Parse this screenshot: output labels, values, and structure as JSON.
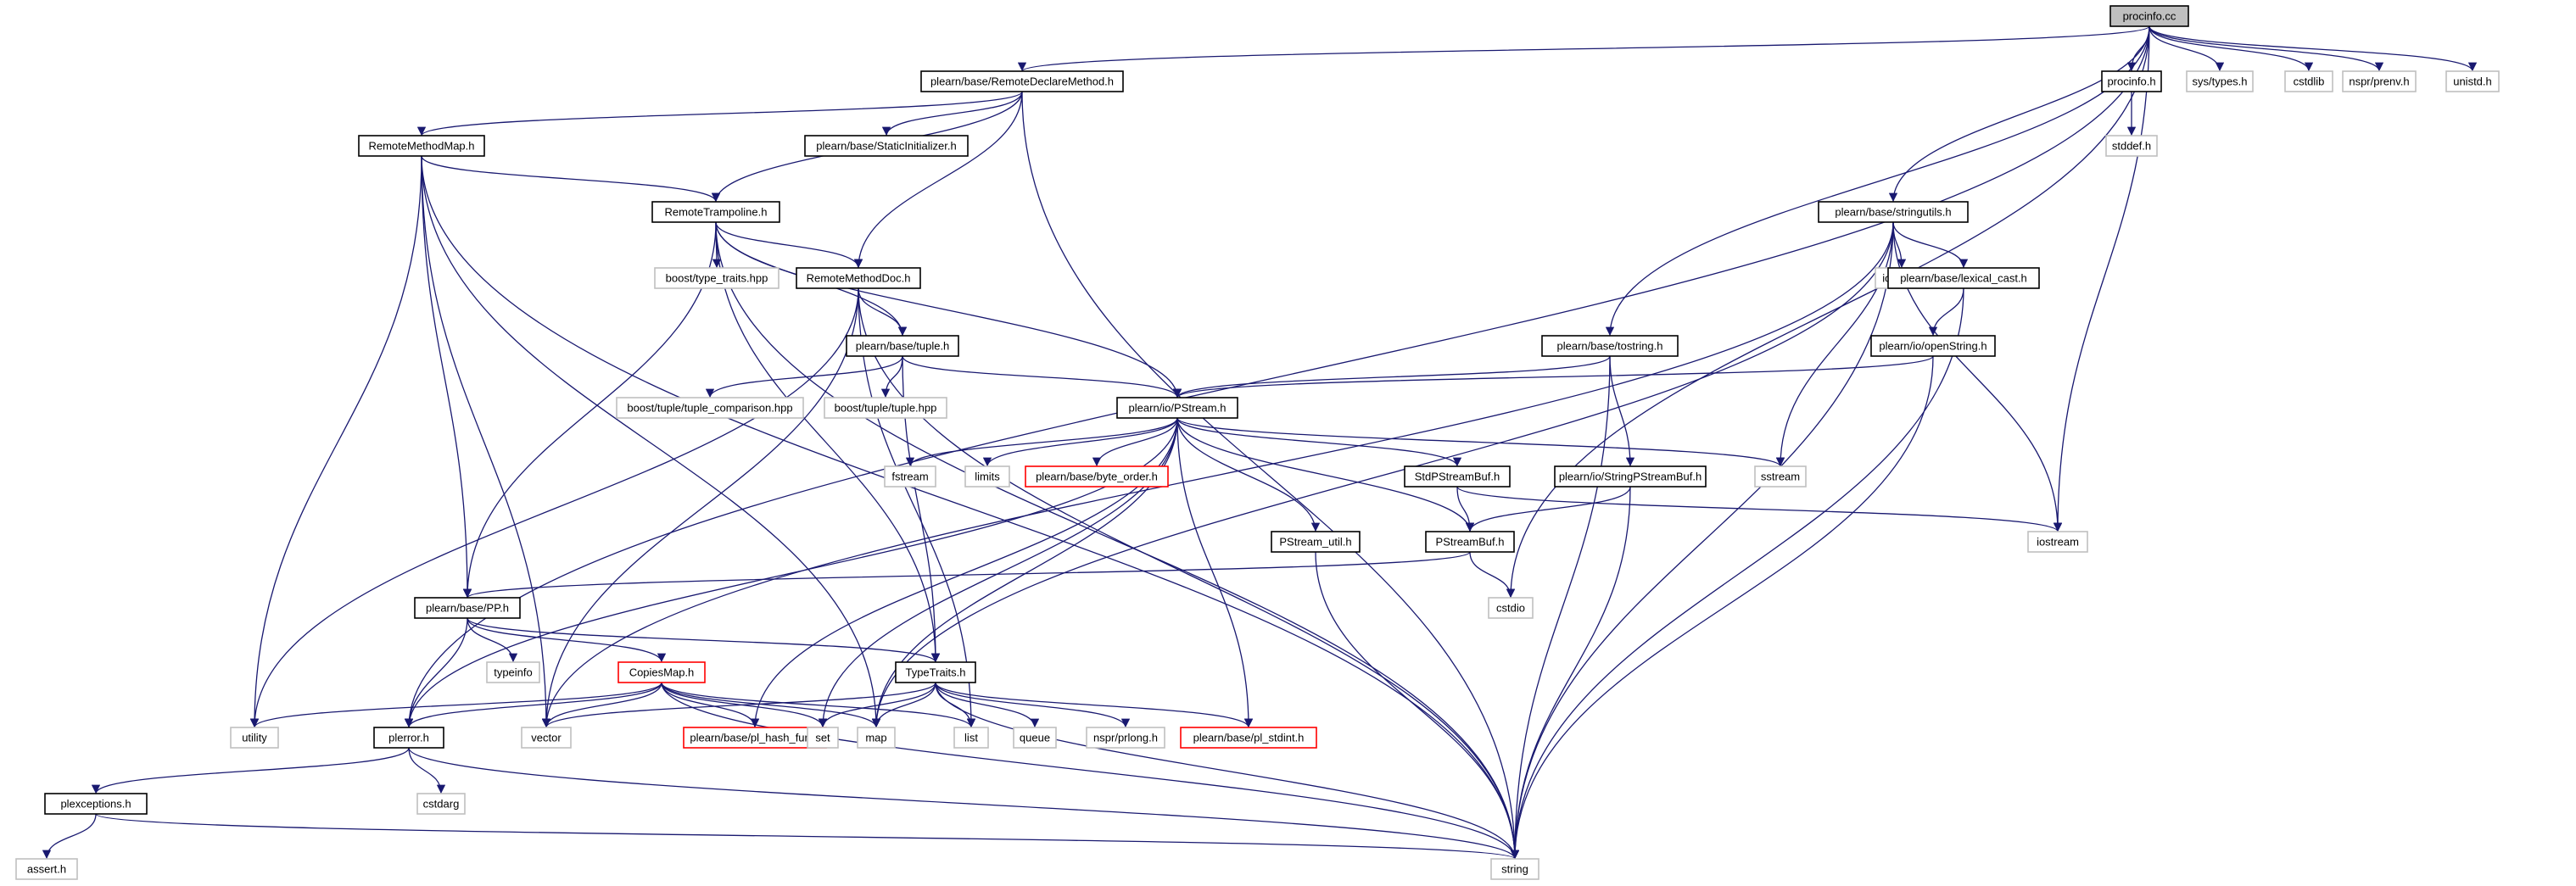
{
  "graph": {
    "colors": {
      "edge": "#191970",
      "root_fill": "#bfbfbf",
      "root_stroke": "#000000",
      "normal_stroke": "#000000",
      "system_stroke": "#bfbfbf",
      "truncated_stroke": "#ff0000",
      "text": "#000000"
    },
    "nodes": [
      {
        "id": "procinfo_cc",
        "label": "procinfo.cc",
        "kind": "root"
      },
      {
        "id": "remote_declare",
        "label": "plearn/base/RemoteDeclareMethod.h",
        "kind": "normal"
      },
      {
        "id": "procinfo_h",
        "label": "procinfo.h",
        "kind": "normal"
      },
      {
        "id": "sys_types",
        "label": "sys/types.h",
        "kind": "system"
      },
      {
        "id": "cstdlib",
        "label": "cstdlib",
        "kind": "system"
      },
      {
        "id": "nspr_prenv",
        "label": "nspr/prenv.h",
        "kind": "system"
      },
      {
        "id": "unistd",
        "label": "unistd.h",
        "kind": "system"
      },
      {
        "id": "static_init",
        "label": "plearn/base/StaticInitializer.h",
        "kind": "normal"
      },
      {
        "id": "stddef",
        "label": "stddef.h",
        "kind": "system"
      },
      {
        "id": "remote_method_map",
        "label": "RemoteMethodMap.h",
        "kind": "normal"
      },
      {
        "id": "remote_trampoline",
        "label": "RemoteTrampoline.h",
        "kind": "normal"
      },
      {
        "id": "stringutils",
        "label": "plearn/base/stringutils.h",
        "kind": "normal"
      },
      {
        "id": "boost_type_traits",
        "label": "boost/type_traits.hpp",
        "kind": "system"
      },
      {
        "id": "remote_method_doc",
        "label": "RemoteMethodDoc.h",
        "kind": "normal"
      },
      {
        "id": "iomanip",
        "label": "iomanip",
        "kind": "system"
      },
      {
        "id": "lexical_cast",
        "label": "plearn/base/lexical_cast.h",
        "kind": "normal"
      },
      {
        "id": "tuple",
        "label": "plearn/base/tuple.h",
        "kind": "normal"
      },
      {
        "id": "tostring",
        "label": "plearn/base/tostring.h",
        "kind": "normal"
      },
      {
        "id": "openstring",
        "label": "plearn/io/openString.h",
        "kind": "normal"
      },
      {
        "id": "tuple_comparison",
        "label": "boost/tuple/tuple_comparison.hpp",
        "kind": "system"
      },
      {
        "id": "boost_tuple",
        "label": "boost/tuple/tuple.hpp",
        "kind": "system"
      },
      {
        "id": "pstream",
        "label": "plearn/io/PStream.h",
        "kind": "normal"
      },
      {
        "id": "fstream",
        "label": "fstream",
        "kind": "system"
      },
      {
        "id": "limits",
        "label": "limits",
        "kind": "system"
      },
      {
        "id": "byte_order",
        "label": "plearn/base/byte_order.h",
        "kind": "truncated"
      },
      {
        "id": "stdpstreambuf",
        "label": "StdPStreamBuf.h",
        "kind": "normal"
      },
      {
        "id": "stringpstreambuf",
        "label": "plearn/io/StringPStreamBuf.h",
        "kind": "normal"
      },
      {
        "id": "sstream",
        "label": "sstream",
        "kind": "system"
      },
      {
        "id": "pstream_util",
        "label": "PStream_util.h",
        "kind": "normal"
      },
      {
        "id": "pstreambuf",
        "label": "PStreamBuf.h",
        "kind": "normal"
      },
      {
        "id": "iostream",
        "label": "iostream",
        "kind": "system"
      },
      {
        "id": "pp",
        "label": "plearn/base/PP.h",
        "kind": "normal"
      },
      {
        "id": "cstdio",
        "label": "cstdio",
        "kind": "system"
      },
      {
        "id": "typeinfo",
        "label": "typeinfo",
        "kind": "system"
      },
      {
        "id": "copiesmap",
        "label": "CopiesMap.h",
        "kind": "truncated"
      },
      {
        "id": "typetraits",
        "label": "TypeTraits.h",
        "kind": "normal"
      },
      {
        "id": "utility",
        "label": "utility",
        "kind": "system"
      },
      {
        "id": "plerror",
        "label": "plerror.h",
        "kind": "normal"
      },
      {
        "id": "vector",
        "label": "vector",
        "kind": "system"
      },
      {
        "id": "pl_hash_fun",
        "label": "plearn/base/pl_hash_fun.h",
        "kind": "truncated"
      },
      {
        "id": "set",
        "label": "set",
        "kind": "system"
      },
      {
        "id": "map",
        "label": "map",
        "kind": "system"
      },
      {
        "id": "list",
        "label": "list",
        "kind": "system"
      },
      {
        "id": "queue",
        "label": "queue",
        "kind": "system"
      },
      {
        "id": "nspr_prlong",
        "label": "nspr/prlong.h",
        "kind": "system"
      },
      {
        "id": "pl_stdint",
        "label": "plearn/base/pl_stdint.h",
        "kind": "truncated"
      },
      {
        "id": "cstdarg",
        "label": "cstdarg",
        "kind": "system"
      },
      {
        "id": "plexceptions",
        "label": "plexceptions.h",
        "kind": "normal"
      },
      {
        "id": "assert",
        "label": "assert.h",
        "kind": "system"
      },
      {
        "id": "string",
        "label": "string",
        "kind": "system"
      }
    ]
  }
}
